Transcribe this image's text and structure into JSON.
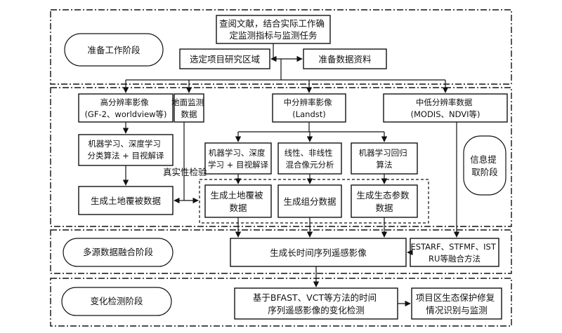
{
  "phases": {
    "preparation": "准备工作阶段",
    "extraction": "信息提取阶段",
    "fusion": "多源数据融合阶段",
    "detection": "变化检测阶段"
  },
  "nodes": {
    "review": "查阅文献，结合实际工作确定监测指标与监测任务",
    "select_area": "选定项目研究区域",
    "prepare_data": "准备数据资料",
    "high_res": "高分辨率影像（GF-2、worldview等）",
    "ground": "地面监测数据",
    "mid_res": "中分辨率影像（Landst）",
    "low_res": "中低分辨率数据（MODIS、NDVI等）",
    "ml_high": "机器学习、深度学习分类算法 + 目视解译",
    "ml_mid": "机器学习、深度学习 + 目视解译",
    "unmixing": "线性、非线性混合像元分析",
    "ml_regress": "机器学习回归算法",
    "landcover_high": "生成土地覆被数据",
    "landcover_mid": "生成土地覆被数据",
    "component": "生成组分数据",
    "eco_param": "生成生态参数数据",
    "timeseries": "生成长时间序列遥感影像",
    "fusion_methods": "ESTARF、STFMF、ISTRU等融合方法",
    "change_detect": "基于BFAST、VCT等方法的时间序列遥感影像的变化检测",
    "identify": "项目区生态保护修复情况识别与监测"
  },
  "annotations": {
    "truth_check": "真实性检验"
  }
}
